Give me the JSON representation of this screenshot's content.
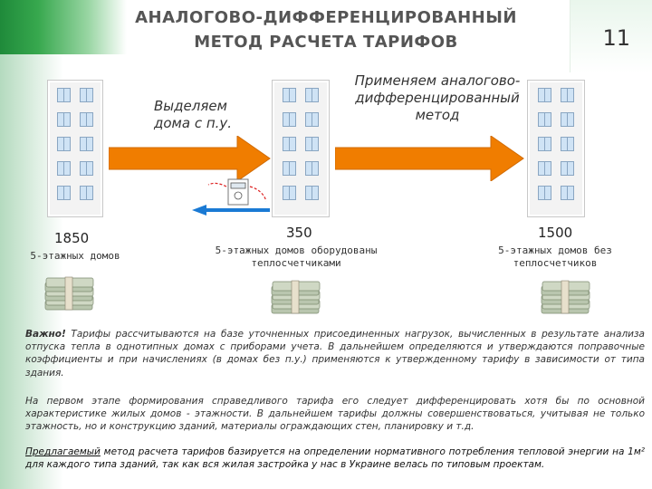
{
  "title": {
    "line1": "АНАЛОГОВО-ДИФФЕРЕНЦИРОВАННЫЙ",
    "line2": "МЕТОД РАСЧЕТА ТАРИФОВ"
  },
  "slide_number": "11",
  "steps": {
    "select_caption": "Выделяем дома с п.у.",
    "apply_caption": "Применяем аналогово-дифференцированный метод"
  },
  "groups": [
    {
      "count": "1850",
      "label": "5-этажных домов"
    },
    {
      "count": "350",
      "label": "5-этажных домов оборудованы теплосчетчиками"
    },
    {
      "count": "1500",
      "label": "5-этажных домов без теплосчетчиков"
    }
  ],
  "paragraphs": {
    "p1_bold": "Важно!",
    "p1_text": " Тарифы рассчитываются на базе уточненных присоединенных нагрузок, вычисленных в результате анализа отпуска тепла в однотипных домах с приборами учета. В дальнейшем определяются и утверждаются поправочные коэффициенты и при начислениях (в домах без п.у.) применяются к утвержденному тарифу в зависимости от типа здания.",
    "p2": "На первом этапе формирования справедливого тарифа его следует  дифференцировать хотя бы по основной характеристике жилых домов - этажности. В дальнейшем тарифы должны совершенствоваться, учитывая не только этажность, но и конструкцию зданий, материалы ограждающих стен, планировку и т.д.",
    "p3_lead": "Предлагаемый",
    "p3_text": " метод расчета тарифов базируется на определении нормативного потребления тепловой энергии на 1м² для каждого типа зданий, так как вся жилая застройка у нас в Украине велась по типовым проектам."
  },
  "colors": {
    "arrow_orange": "#f07d00",
    "arrow_blue": "#1a7ad4",
    "accent_green": "#2f9b48"
  },
  "icons": [
    "building-icon",
    "arrow-right-icon",
    "heat-meter-icon",
    "money-stack-icon"
  ]
}
